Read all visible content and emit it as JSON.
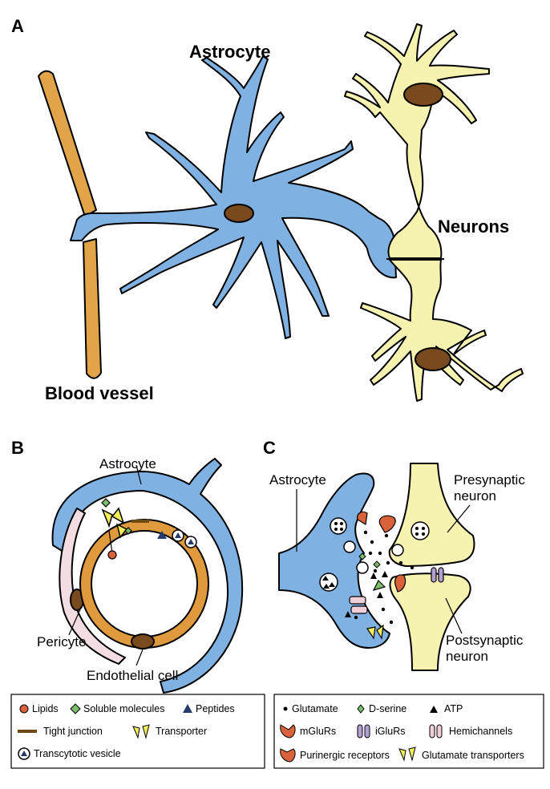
{
  "panel_a": {
    "letter": "A",
    "astrocyte_label": "Astrocyte",
    "neurons_label": "Neurons",
    "vessel_label": "Blood vessel"
  },
  "panel_b": {
    "letter": "B",
    "astrocyte_label": "Astrocyte",
    "pericyte_label": "Pericyte",
    "endothelial_label": "Endothelial cell",
    "legend": {
      "lipids": "Lipids",
      "soluble": "Soluble molecules",
      "peptides": "Peptides",
      "tight_junction": "Tight junction",
      "transporter": "Transporter",
      "vesicle": "Transcytotic vesicle"
    }
  },
  "panel_c": {
    "letter": "C",
    "astrocyte_label": "Astrocyte",
    "pre_line1": "Presynaptic",
    "pre_line2": "neuron",
    "post_line1": "Postsynaptic",
    "post_line2": "neuron",
    "legend": {
      "glutamate": "Glutamate",
      "dserine": "D-serine",
      "atp": "ATP",
      "mglurs": "mGluRs",
      "iglurs": "iGluRs",
      "hemichannels": "Hemichannels",
      "purinergic": "Purinergic receptors",
      "glu_transporters": "Glutamate transporters"
    }
  },
  "colors": {
    "astrocyte": "#7fb2e2",
    "neuron": "#f6f2b0",
    "vessel": "#e2a449",
    "nucleus": "#7a4a1f",
    "endothelial": "#e09a3e",
    "pericyte": "#f2dde3",
    "receptor_red": "#d9623b",
    "ionotropic": "#b3a0d2",
    "hemichannel": "#f0cfd8",
    "transporter": "#f2ee5a",
    "soluble": "#7bbd6b",
    "peptide": "#243a6b"
  }
}
